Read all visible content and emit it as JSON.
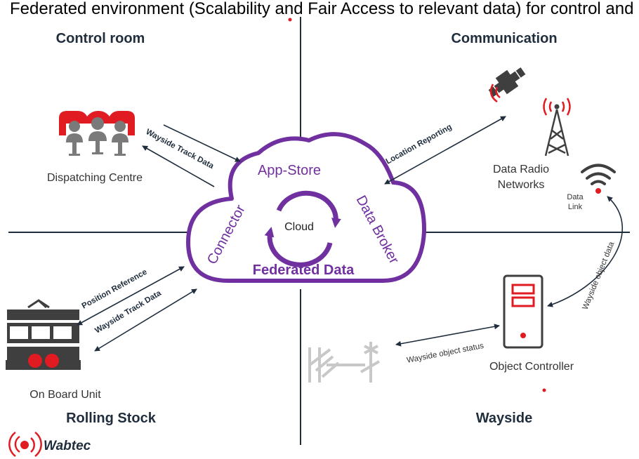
{
  "caption": "Federated environment (Scalability and Fair Access to relevant data) for control and control (CCS, including signalling)",
  "quadrants": {
    "control_room": "Control room",
    "communication": "Communication",
    "rolling_stock": "Rolling Stock",
    "wayside": "Wayside"
  },
  "nodes": {
    "dispatching_centre": "Dispatching Centre",
    "data_radio_line1": "Data Radio",
    "data_radio_line2": "Networks",
    "data_link_line1": "Data",
    "data_link_line2": "Link",
    "on_board_unit": "On Board Unit",
    "object_controller": "Object Controller"
  },
  "cloud": {
    "app_store": "App-Store",
    "data_broker": "Data Broker",
    "connector": "Connector",
    "core": "Cloud",
    "federated": "Federated Data"
  },
  "links": {
    "wayside_track_data_top": "Wayside Track Data",
    "location_reporting": "Location Reporting",
    "position_reference": "Position Reference",
    "wayside_track_data_bottom": "Wayside Track Data",
    "wayside_object_status": "Wayside object status",
    "wayside_object_data": "Wayside object data"
  },
  "brand": "Wabtec",
  "colors": {
    "cloud": "#7030a0",
    "axis": "#1f2d3d",
    "arrow": "#1f2d3d",
    "accent_red": "#e11b22",
    "icon_gray": "#7a7a7a",
    "icon_dark": "#3f3f3f"
  }
}
